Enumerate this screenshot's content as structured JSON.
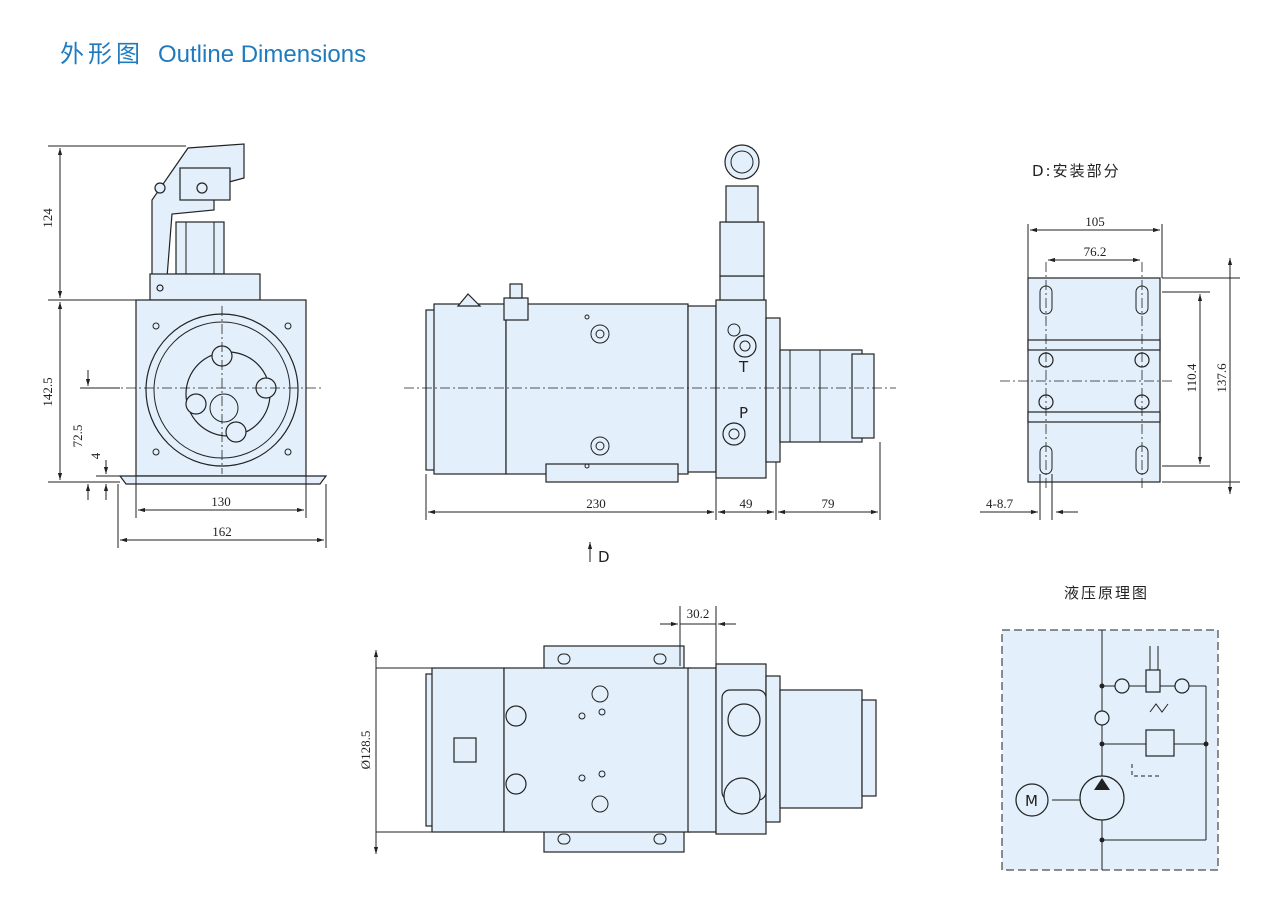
{
  "title": {
    "cn": "外形图",
    "en": "Outline Dimensions"
  },
  "labels": {
    "mount_view": "D:安装部分",
    "schematic": "液压原理图",
    "view_d": "D",
    "motor": "M",
    "port_t": "T",
    "port_p": "P"
  },
  "dims": {
    "h124": "124",
    "h142_5": "142.5",
    "h72_5": "72.5",
    "h4": "4",
    "w130": "130",
    "w162": "162",
    "w230": "230",
    "w49": "49",
    "w79": "79",
    "w105": "105",
    "w76_2": "76.2",
    "h110_4": "110.4",
    "h137_6": "137.6",
    "slot": "4-8.7",
    "w30_2": "30.2",
    "d128_5": "Ø128.5"
  },
  "colors": {
    "body": "#e3f0fb",
    "title": "#1e7bbf",
    "line": "#222222"
  }
}
